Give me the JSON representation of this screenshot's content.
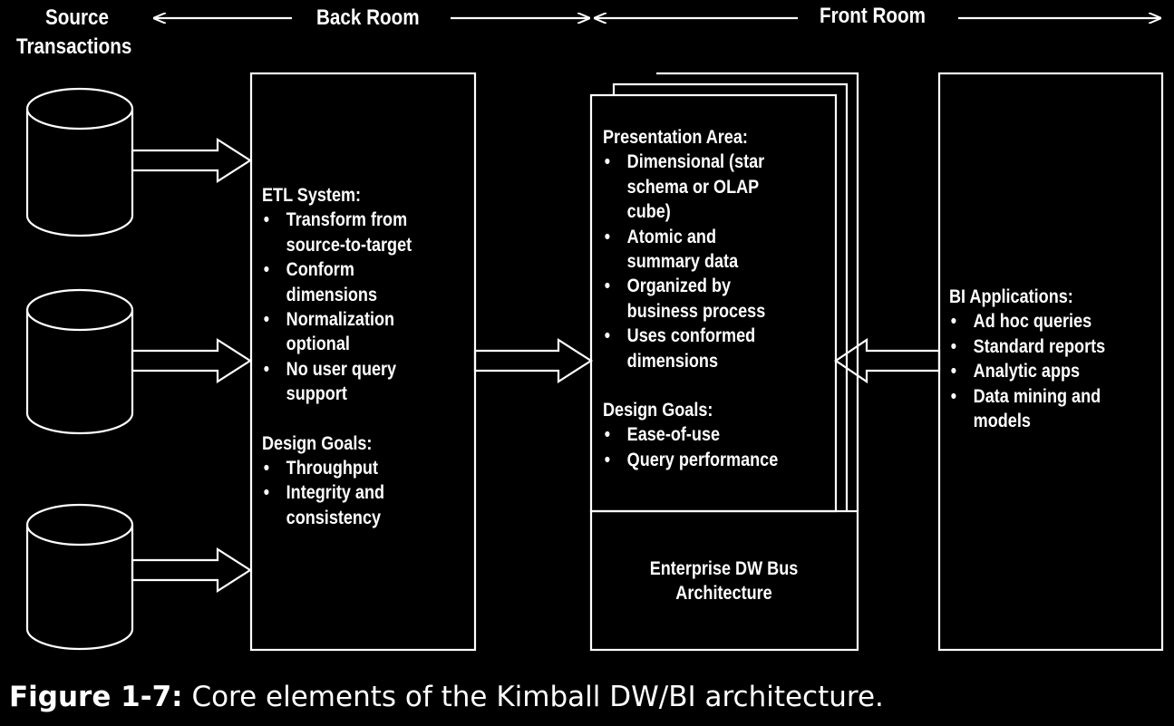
{
  "headers": {
    "source_line1": "Source",
    "source_line2": "Transactions",
    "back_room": "Back Room",
    "front_room": "Front Room"
  },
  "etl": {
    "title": "ETL System:",
    "bullets": [
      [
        "Transform from",
        "source-to-target"
      ],
      [
        "Conform",
        "dimensions"
      ],
      [
        "Normalization",
        "optional"
      ],
      [
        "No user query",
        "support"
      ]
    ],
    "goals_title": "Design Goals:",
    "goals": [
      [
        "Throughput"
      ],
      [
        "Integrity and",
        "consistency"
      ]
    ]
  },
  "presentation": {
    "title": "Presentation Area:",
    "bullets": [
      [
        "Dimensional (star",
        "schema or OLAP",
        "cube)"
      ],
      [
        "Atomic and",
        "summary data"
      ],
      [
        "Organized by",
        "business process"
      ],
      [
        "Uses conformed",
        "dimensions"
      ]
    ],
    "goals_title": "Design Goals:",
    "goals": [
      [
        "Ease-of-use"
      ],
      [
        "Query performance"
      ]
    ]
  },
  "bus": {
    "line1": "Enterprise DW Bus",
    "line2": "Architecture"
  },
  "bi": {
    "title": "BI Applications:",
    "bullets": [
      [
        "Ad hoc queries"
      ],
      [
        "Standard reports"
      ],
      [
        "Analytic apps"
      ],
      [
        "Data mining and",
        "models"
      ]
    ]
  },
  "caption": {
    "label": "Figure 1-7:",
    "text": "Core elements of the Kimball DW/BI architecture."
  }
}
